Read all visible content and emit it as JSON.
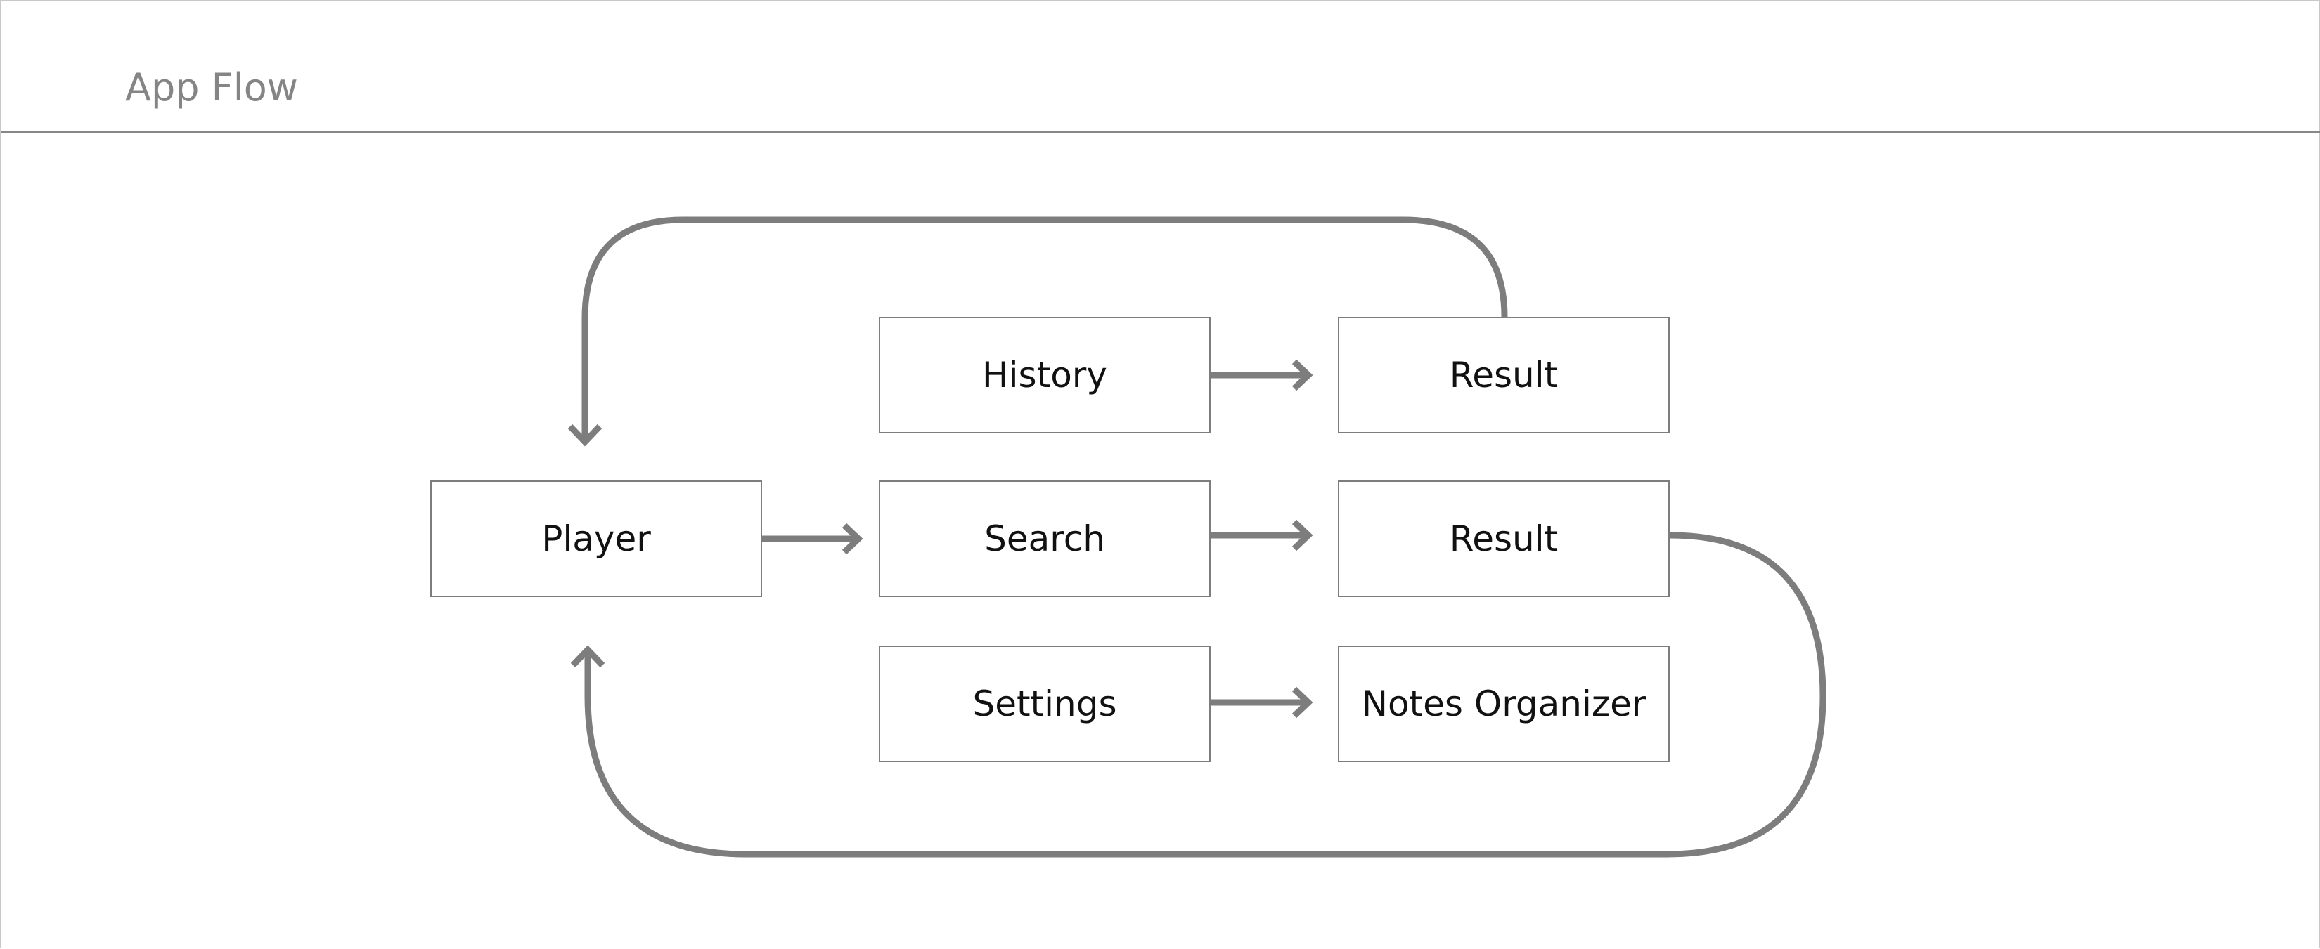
{
  "title": "App Flow",
  "nodes": {
    "player": "Player",
    "history": "History",
    "search": "Search",
    "settings": "Settings",
    "result_history": "Result",
    "result_search": "Result",
    "notes_organizer": "Notes Organizer"
  },
  "colors": {
    "line": "#7d7d7d",
    "title": "#858585",
    "box_border": "#7d7d7d",
    "text": "#111111"
  }
}
